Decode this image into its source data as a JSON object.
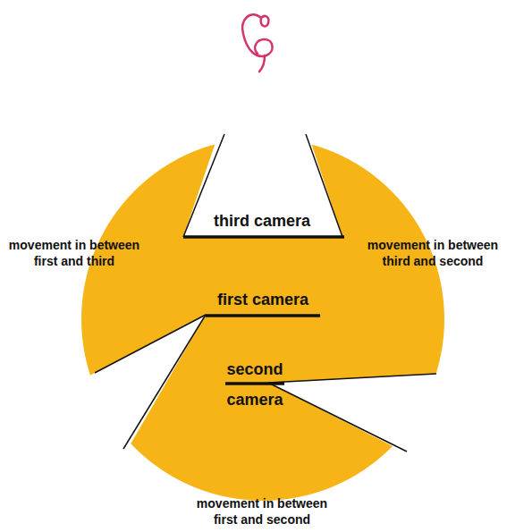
{
  "diagram": {
    "labels": [
      "third camera",
      "movement in between first and third",
      "movement in between third and second",
      "first camera",
      "second camera",
      "movement in between first and second"
    ]
  }
}
